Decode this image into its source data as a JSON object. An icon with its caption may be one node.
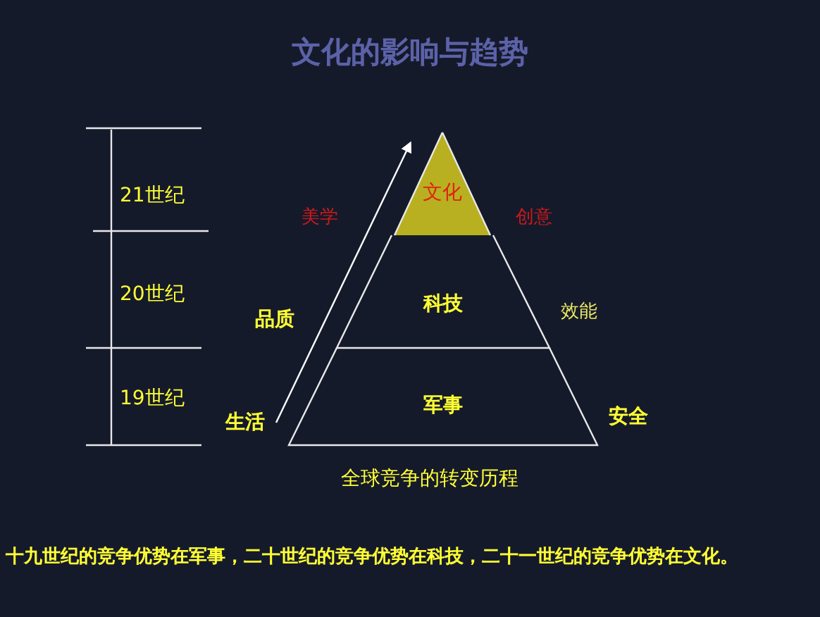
{
  "diagram": {
    "title": "文化的影响与趋势",
    "caption": "全球竞争的转变历程",
    "nodes": [
      {
        "text": [
          "文化"
        ]
      },
      {
        "text": [
          "科技"
        ]
      },
      {
        "text": [
          "军事"
        ]
      }
    ],
    "edges": [],
    "labels": [
      "21世纪",
      "美学",
      "创意",
      "20世纪",
      "效能",
      "品质",
      "19世纪",
      "生活",
      "安全",
      "十九世纪的竞争优势在军事，二十世纪的竞争优势在科技，二十一世纪的竞争优势在文化。"
    ]
  }
}
